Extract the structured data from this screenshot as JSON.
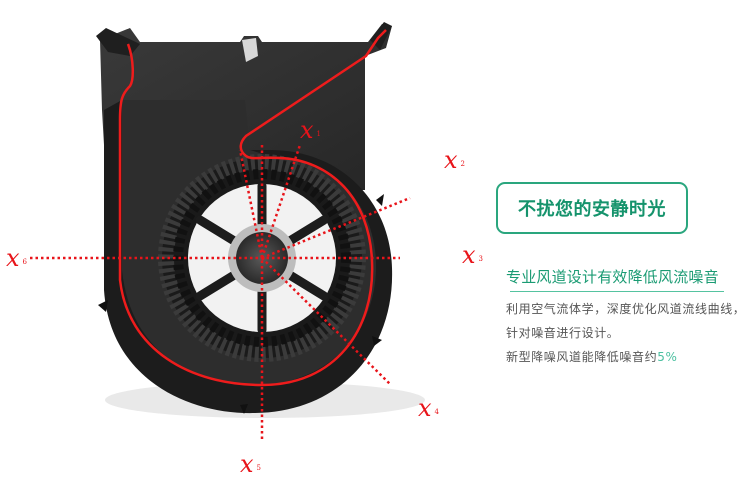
{
  "diagram": {
    "labels": [
      {
        "id": "x1",
        "symbol": "x",
        "subscript": "1"
      },
      {
        "id": "x2",
        "symbol": "x",
        "subscript": "2"
      },
      {
        "id": "x3",
        "symbol": "x",
        "subscript": "3"
      },
      {
        "id": "x4",
        "symbol": "x",
        "subscript": "4"
      },
      {
        "id": "x5",
        "symbol": "x",
        "subscript": "5"
      },
      {
        "id": "x6",
        "symbol": "x",
        "subscript": "6"
      }
    ],
    "colors": {
      "housing": "#2b2b2b",
      "housing_dark": "#161616",
      "airflow_line": "#ee1c1c",
      "axis_dots": "#e8141a"
    }
  },
  "panel": {
    "title": "不扰您的安静时光",
    "subtitle": "专业风道设计有效降低风流噪音",
    "desc_line1": "利用空气流体学，深度优化风道流线曲线，",
    "desc_line2": "针对噪音进行设计。",
    "desc_line3_prefix": "新型降噪风道能降低噪音约",
    "desc_line3_value": "5%",
    "colors": {
      "accent": "#15936c",
      "border": "#2aa67e",
      "highlight": "#4cc0a0",
      "body_text": "#555555"
    }
  }
}
